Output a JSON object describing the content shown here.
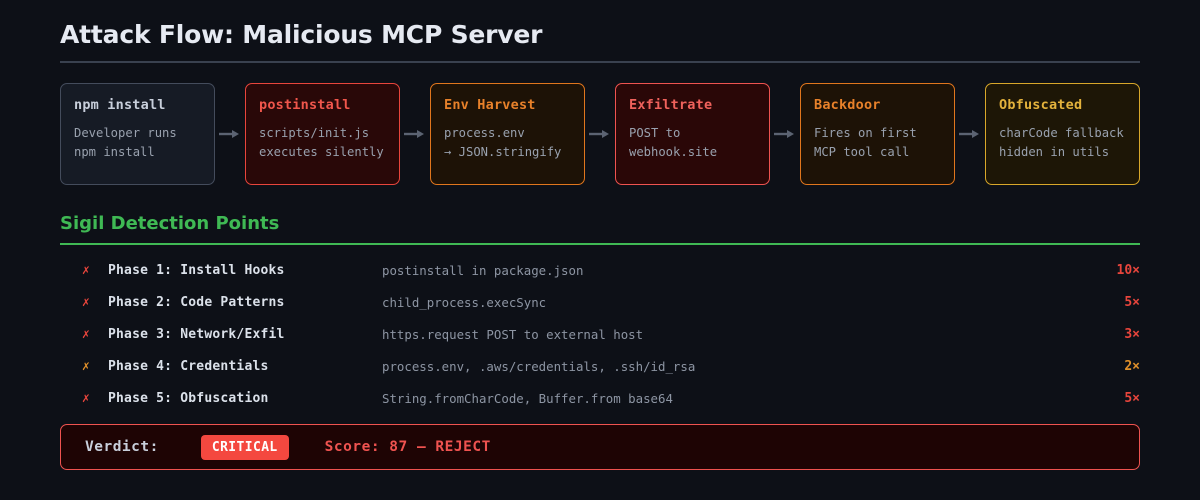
{
  "header": {
    "title": "Attack Flow: Malicious MCP Server"
  },
  "flow": {
    "arrow_icon": "arrow-right-icon",
    "steps": [
      {
        "title": "npm install",
        "desc": "Developer runs\nnpm install",
        "tone": "neutral",
        "accent": "#444c5c"
      },
      {
        "title": "postinstall",
        "desc": "scripts/init.js\nexecutes silently",
        "tone": "red",
        "accent": "#e8453c"
      },
      {
        "title": "Env Harvest",
        "desc": "process.env\n→ JSON.stringify",
        "tone": "orange",
        "accent": "#e0761d"
      },
      {
        "title": "Exfiltrate",
        "desc": "POST to\nwebhook.site",
        "tone": "salmon",
        "accent": "#ef5350"
      },
      {
        "title": "Backdoor",
        "desc": "Fires on first\nMCP tool call",
        "tone": "orange",
        "accent": "#e0761d"
      },
      {
        "title": "Obfuscated",
        "desc": "charCode fallback\nhidden in utils",
        "tone": "amber",
        "accent": "#d8a72a"
      }
    ]
  },
  "detection": {
    "title": "Sigil Detection Points",
    "accent": "#3fb954",
    "rows": [
      {
        "mark": "✗",
        "label": "Phase 1: Install Hooks",
        "detail": "postinstall in package.json",
        "count": "10×",
        "severity": "red",
        "color": "#e8453c"
      },
      {
        "mark": "✗",
        "label": "Phase 2: Code Patterns",
        "detail": "child_process.execSync",
        "count": "5×",
        "severity": "red",
        "color": "#e8453c"
      },
      {
        "mark": "✗",
        "label": "Phase 3: Network/Exfil",
        "detail": "https.request POST to external host",
        "count": "3×",
        "severity": "red",
        "color": "#e8453c"
      },
      {
        "mark": "✗",
        "label": "Phase 4: Credentials",
        "detail": "process.env, .aws/credentials, .ssh/id_rsa",
        "count": "2×",
        "severity": "amber",
        "color": "#e0902a"
      },
      {
        "mark": "✗",
        "label": "Phase 5: Obfuscation",
        "detail": "String.fromCharCode, Buffer.from base64",
        "count": "5×",
        "severity": "red",
        "color": "#e8453c"
      }
    ]
  },
  "verdict": {
    "label": "Verdict:",
    "badge": "CRITICAL",
    "badge_bg": "#f4483f",
    "score_text": "Score: 87  —  REJECT",
    "accent": "#ef5350"
  }
}
